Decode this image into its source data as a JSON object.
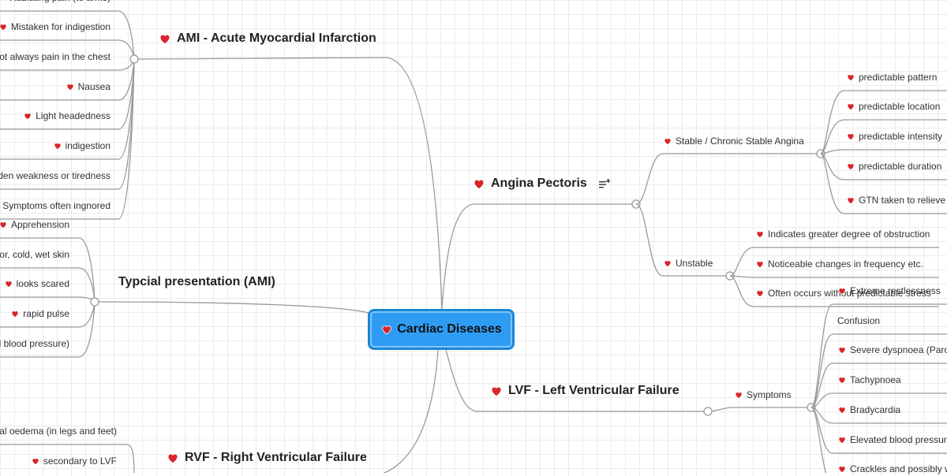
{
  "central": {
    "label": "Cardiac Diseases"
  },
  "branches": {
    "ami": {
      "label": "AMI - Acute Myocardial Infarction"
    },
    "typical": {
      "label": "Typcial presentation (AMI)"
    },
    "rvf": {
      "label": "RVF - Right Ventricular Failure"
    },
    "angina": {
      "label": "Angina Pectoris"
    },
    "lvf": {
      "label": "LVF - Left Ventricular Failure"
    }
  },
  "ami_items": [
    "Radiating pain (to arms)",
    "Mistaken for indigestion",
    "Not always pain in the chest",
    "Nausea",
    "Light headedness",
    "indigestion",
    "Sudden weakness or tiredness",
    "Symptoms often ingnored"
  ],
  "typical_items": [
    "Apprehension",
    "Pallor, cold, wet skin",
    "looks scared",
    "rapid pulse",
    "(Lowered blood pressure)"
  ],
  "rvf_items": [
    "Peripheral oedema (in legs and feet)",
    "secondary to LVF"
  ],
  "angina": {
    "stable": {
      "label": "Stable / Chronic Stable Angina",
      "items": [
        "predictable pattern",
        "predictable location",
        "predictable intensity",
        "predictable duration",
        "GTN taken to relieve symptoms"
      ]
    },
    "unstable": {
      "label": "Unstable",
      "items": [
        "Indicates greater degree of obstruction",
        "Noticeable changes in frequency etc.",
        "Often occurs without predictable stress"
      ]
    }
  },
  "lvf": {
    "symptoms": {
      "label": "Symptoms",
      "items": [
        "Extreme restlessness",
        "Confusion",
        "Severe dyspnoea (Paroxysmal)",
        "Tachypnoea",
        "Bradycardia",
        "Elevated blood pressure",
        "Crackles and possibly wheezes"
      ]
    }
  },
  "icons": {
    "marker": "heart-icon",
    "note": "notes-icon"
  },
  "colors": {
    "heart": "#d9252b",
    "central_fill": "#2f9cf4",
    "central_border": "#1a87d6",
    "line": "#9a9a9a"
  }
}
